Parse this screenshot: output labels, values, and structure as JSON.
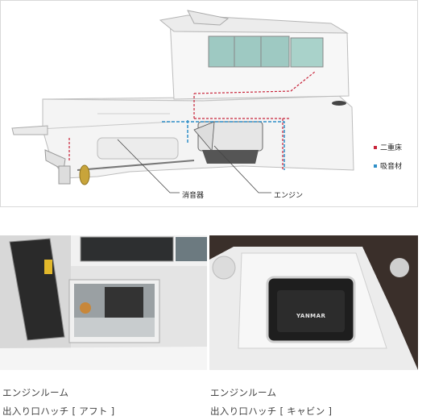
{
  "diagram": {
    "callouts": {
      "muffler": "消音器",
      "engine": "エンジン"
    },
    "legend": [
      {
        "label": "二重床",
        "color": "#c8243a"
      },
      {
        "label": "吸音材",
        "color": "#2f8fc8"
      }
    ]
  },
  "photos": [
    {
      "line1": "エンジンルーム",
      "line2": "出入り口ハッチ [ アフト ]"
    },
    {
      "line1": "エンジンルーム",
      "line2": "出入り口ハッチ [ キャビン ]",
      "engine_brand": "YANMAR"
    }
  ]
}
